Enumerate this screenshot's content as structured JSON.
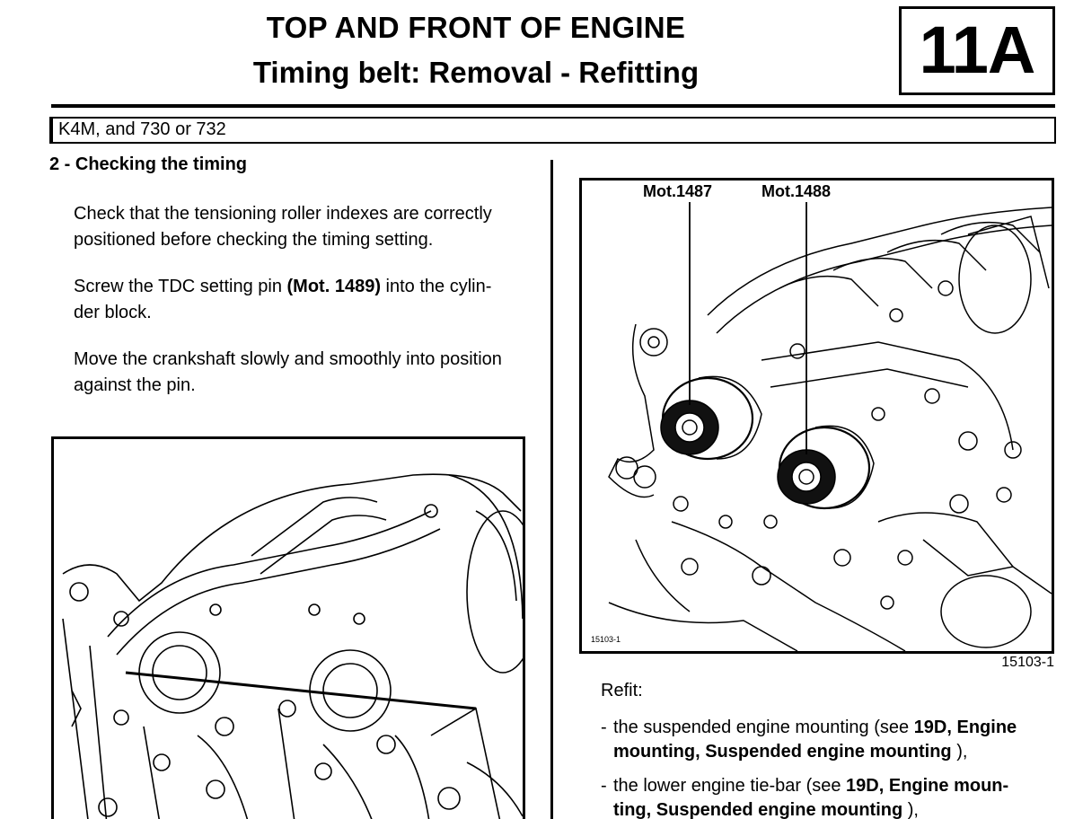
{
  "header": {
    "title_line1": "TOP AND FRONT OF ENGINE",
    "title_line2": "Timing belt: Removal - Refitting",
    "section_code": "11A"
  },
  "model_line": "K4M, and 730 or 732",
  "left_column": {
    "section_title": "2 - Checking the timing",
    "paragraphs": {
      "p1": "Check that the tensioning roller indexes are correctly positioned before checking the timing setting.",
      "p2_pre": "Screw the TDC setting pin ",
      "p2_bold": "(Mot. 1489)",
      "p2_post_line1": " into the cylin-",
      "p2_post_line2": "der block.",
      "p3": "Move the crankshaft slowly and smoothly into position against the pin."
    }
  },
  "right_column": {
    "figure": {
      "label_tool1": "Mot.1487",
      "label_tool2": "Mot.1488",
      "inner_ref": "15103-1",
      "caption": "15103-1"
    },
    "refit_heading": "Refit:",
    "items": [
      {
        "dash": "-",
        "text_pre": "the suspended engine mounting (see ",
        "bold1": "19D, Engine",
        "bold2": "mounting, Suspended engine mounting",
        "text_post": " ),"
      },
      {
        "dash": "-",
        "text_pre": "the lower engine tie-bar (see ",
        "bold1": "19D, Engine moun-",
        "bold2": "ting, Suspended engine mounting",
        "text_post": " ),"
      }
    ]
  }
}
